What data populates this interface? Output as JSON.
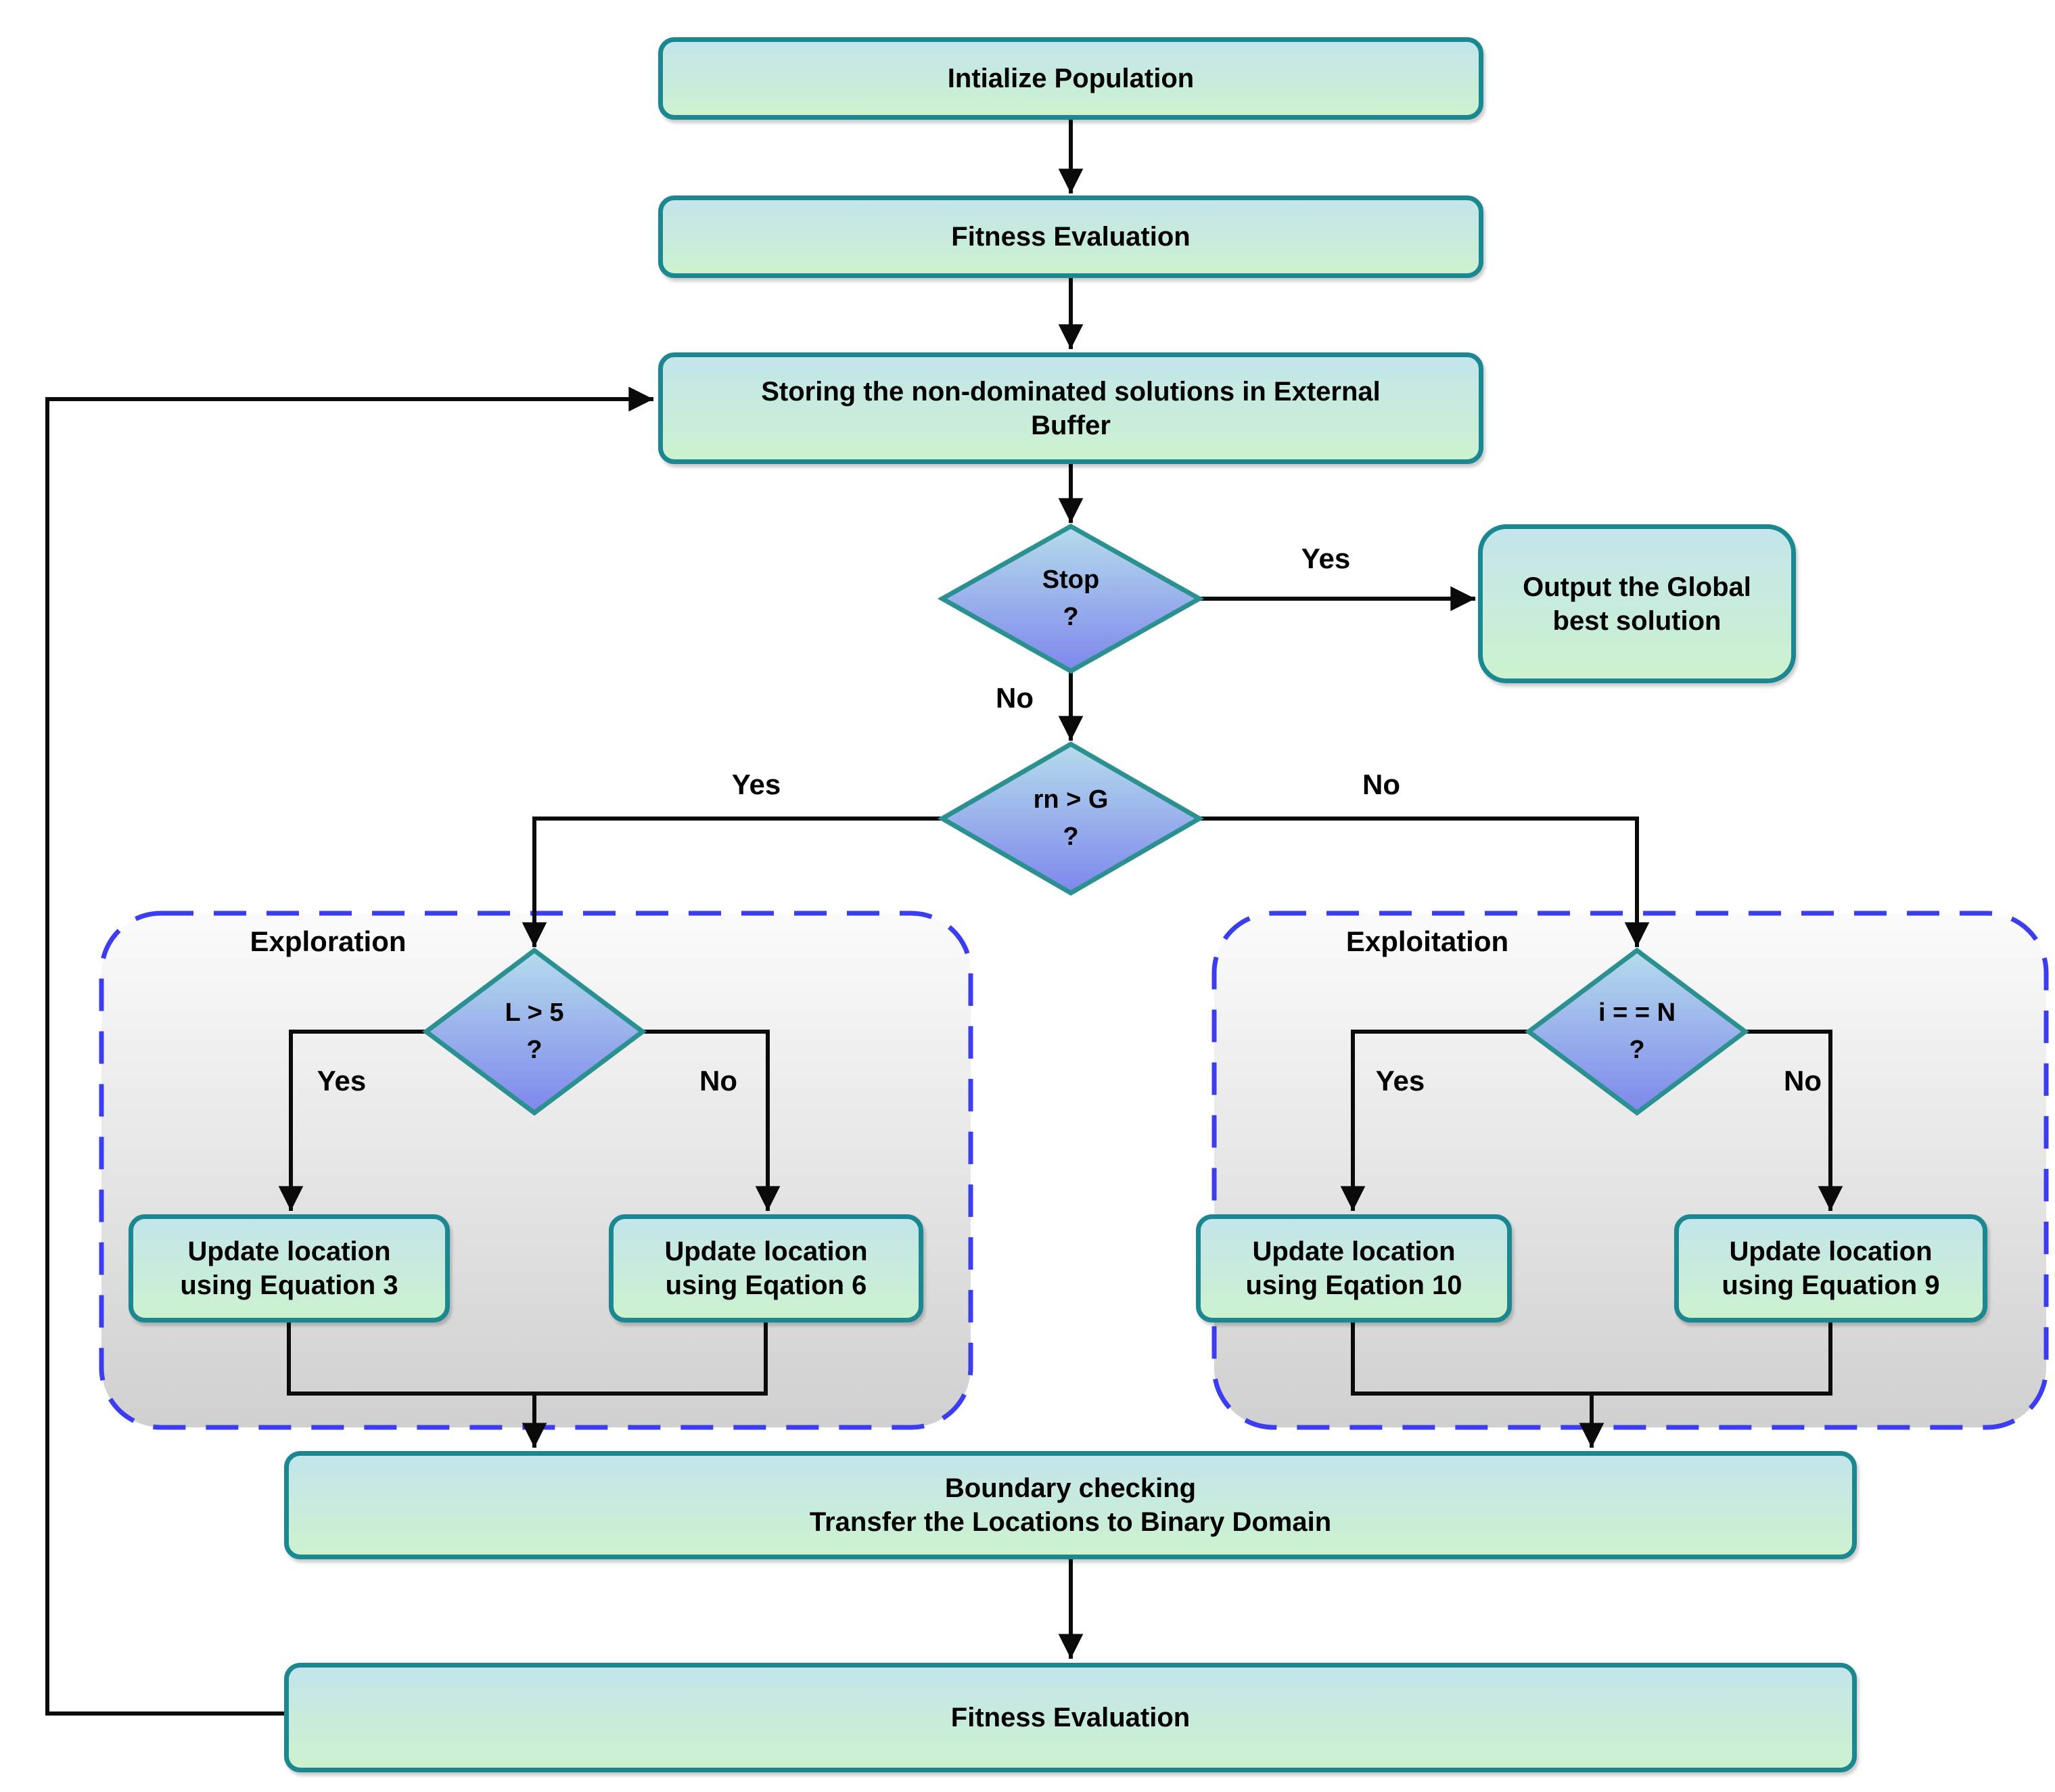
{
  "diagram": {
    "nodes": {
      "initialize": {
        "label": "Intialize Population"
      },
      "fitness_top": {
        "label": "Fitness Evaluation"
      },
      "storing": {
        "label": "Storing the non-dominated solutions in External Buffer"
      },
      "stop_decision": {
        "line1": "Stop",
        "line2": "?"
      },
      "output": {
        "label": "Output the Global best solution"
      },
      "rn_decision": {
        "line1": "rn > G",
        "line2": "?"
      },
      "l_decision": {
        "line1": "L > 5",
        "line2": "?"
      },
      "i_decision": {
        "line1": "i = = N",
        "line2": "?"
      },
      "eq3": {
        "label": "Update location using Equation 3"
      },
      "eq6": {
        "label": "Update location using Eqation 6"
      },
      "eq10": {
        "label": "Update location using Eqation 10"
      },
      "eq9": {
        "label": "Update location using Equation 9"
      },
      "boundary": {
        "line1": "Boundary checking",
        "line2": "Transfer the Locations to Binary Domain"
      },
      "fitness_bottom": {
        "label": "Fitness Evaluation"
      }
    },
    "regions": {
      "exploration": {
        "label": "Exploration"
      },
      "exploitation": {
        "label": "Exploitation"
      }
    },
    "edge_labels": {
      "stop_yes": "Yes",
      "stop_no": "No",
      "rn_yes": "Yes",
      "rn_no": "No",
      "l_yes": "Yes",
      "l_no": "No",
      "i_yes": "Yes",
      "i_no": "No"
    },
    "colors": {
      "box_fill_top": "#c3e5eb",
      "box_fill_bottom": "#ccf2cf",
      "box_border": "#1a8791",
      "diamond_fill_top": "#b5dcec",
      "diamond_fill_bottom": "#7e87ec",
      "diamond_border": "#2a9090",
      "region_fill_top": "#fbfbfb",
      "region_fill_bottom": "#d0d0d0",
      "region_border": "#3c3cf0",
      "line_color": "#0a0a0a",
      "text_color": "#000000"
    }
  }
}
